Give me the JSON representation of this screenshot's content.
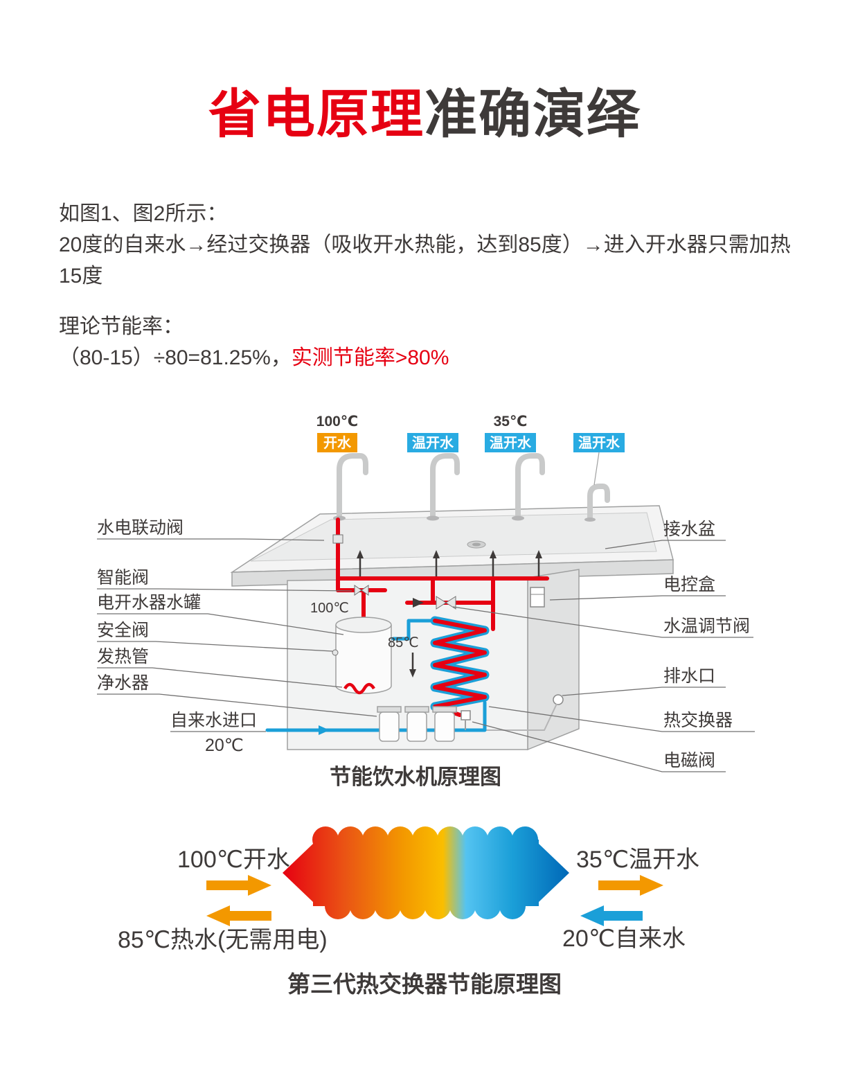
{
  "title": {
    "highlight": "省电原理",
    "rest": "准确演绎",
    "highlight_color": "#e60012",
    "text_color": "#3e3a39"
  },
  "intro": {
    "line1": "如图1、图2所示：",
    "line2": "20度的自来水→经过交换器（吸收开水热能，达到85度）→进入开水器只需加热15度",
    "line3": "理论节能率：",
    "formula_plain": "（80-15）÷80=81.25%，",
    "formula_red": "实测节能率>80%",
    "red_color": "#e60012"
  },
  "dispenser_diagram": {
    "caption": "节能饮水机原理图",
    "taps": [
      {
        "temp": "100℃",
        "label": "开水",
        "color": "#f39800"
      },
      {
        "temp": "",
        "label": "温开水",
        "color": "#29abe2"
      },
      {
        "temp": "35℃",
        "label": "温开水",
        "color": "#29abe2"
      },
      {
        "temp": "",
        "label": "温开水",
        "color": "#29abe2"
      }
    ],
    "left_labels": [
      "水电联动阀",
      "智能阀",
      "电开水器水罐",
      "安全阀",
      "发热管",
      "净水器"
    ],
    "inlet_label": "自来水进口",
    "inlet_temp": "20℃",
    "right_labels": [
      "接水盆",
      "电控盒",
      "水温调节阀",
      "排水口",
      "热交换器",
      "电磁阀"
    ],
    "internal_temps": {
      "boiler": "100℃",
      "preheat": "85℃"
    }
  },
  "exchanger_diagram": {
    "caption": "第三代热交换器节能原理图",
    "hot_in": "100℃开水",
    "warm_out": "35℃温开水",
    "preheated_out": "85℃热水(无需用电)",
    "cold_in": "20℃自来水",
    "hot_arrow_color": "#f39800",
    "cold_arrow_color": "#1b9fd8"
  }
}
